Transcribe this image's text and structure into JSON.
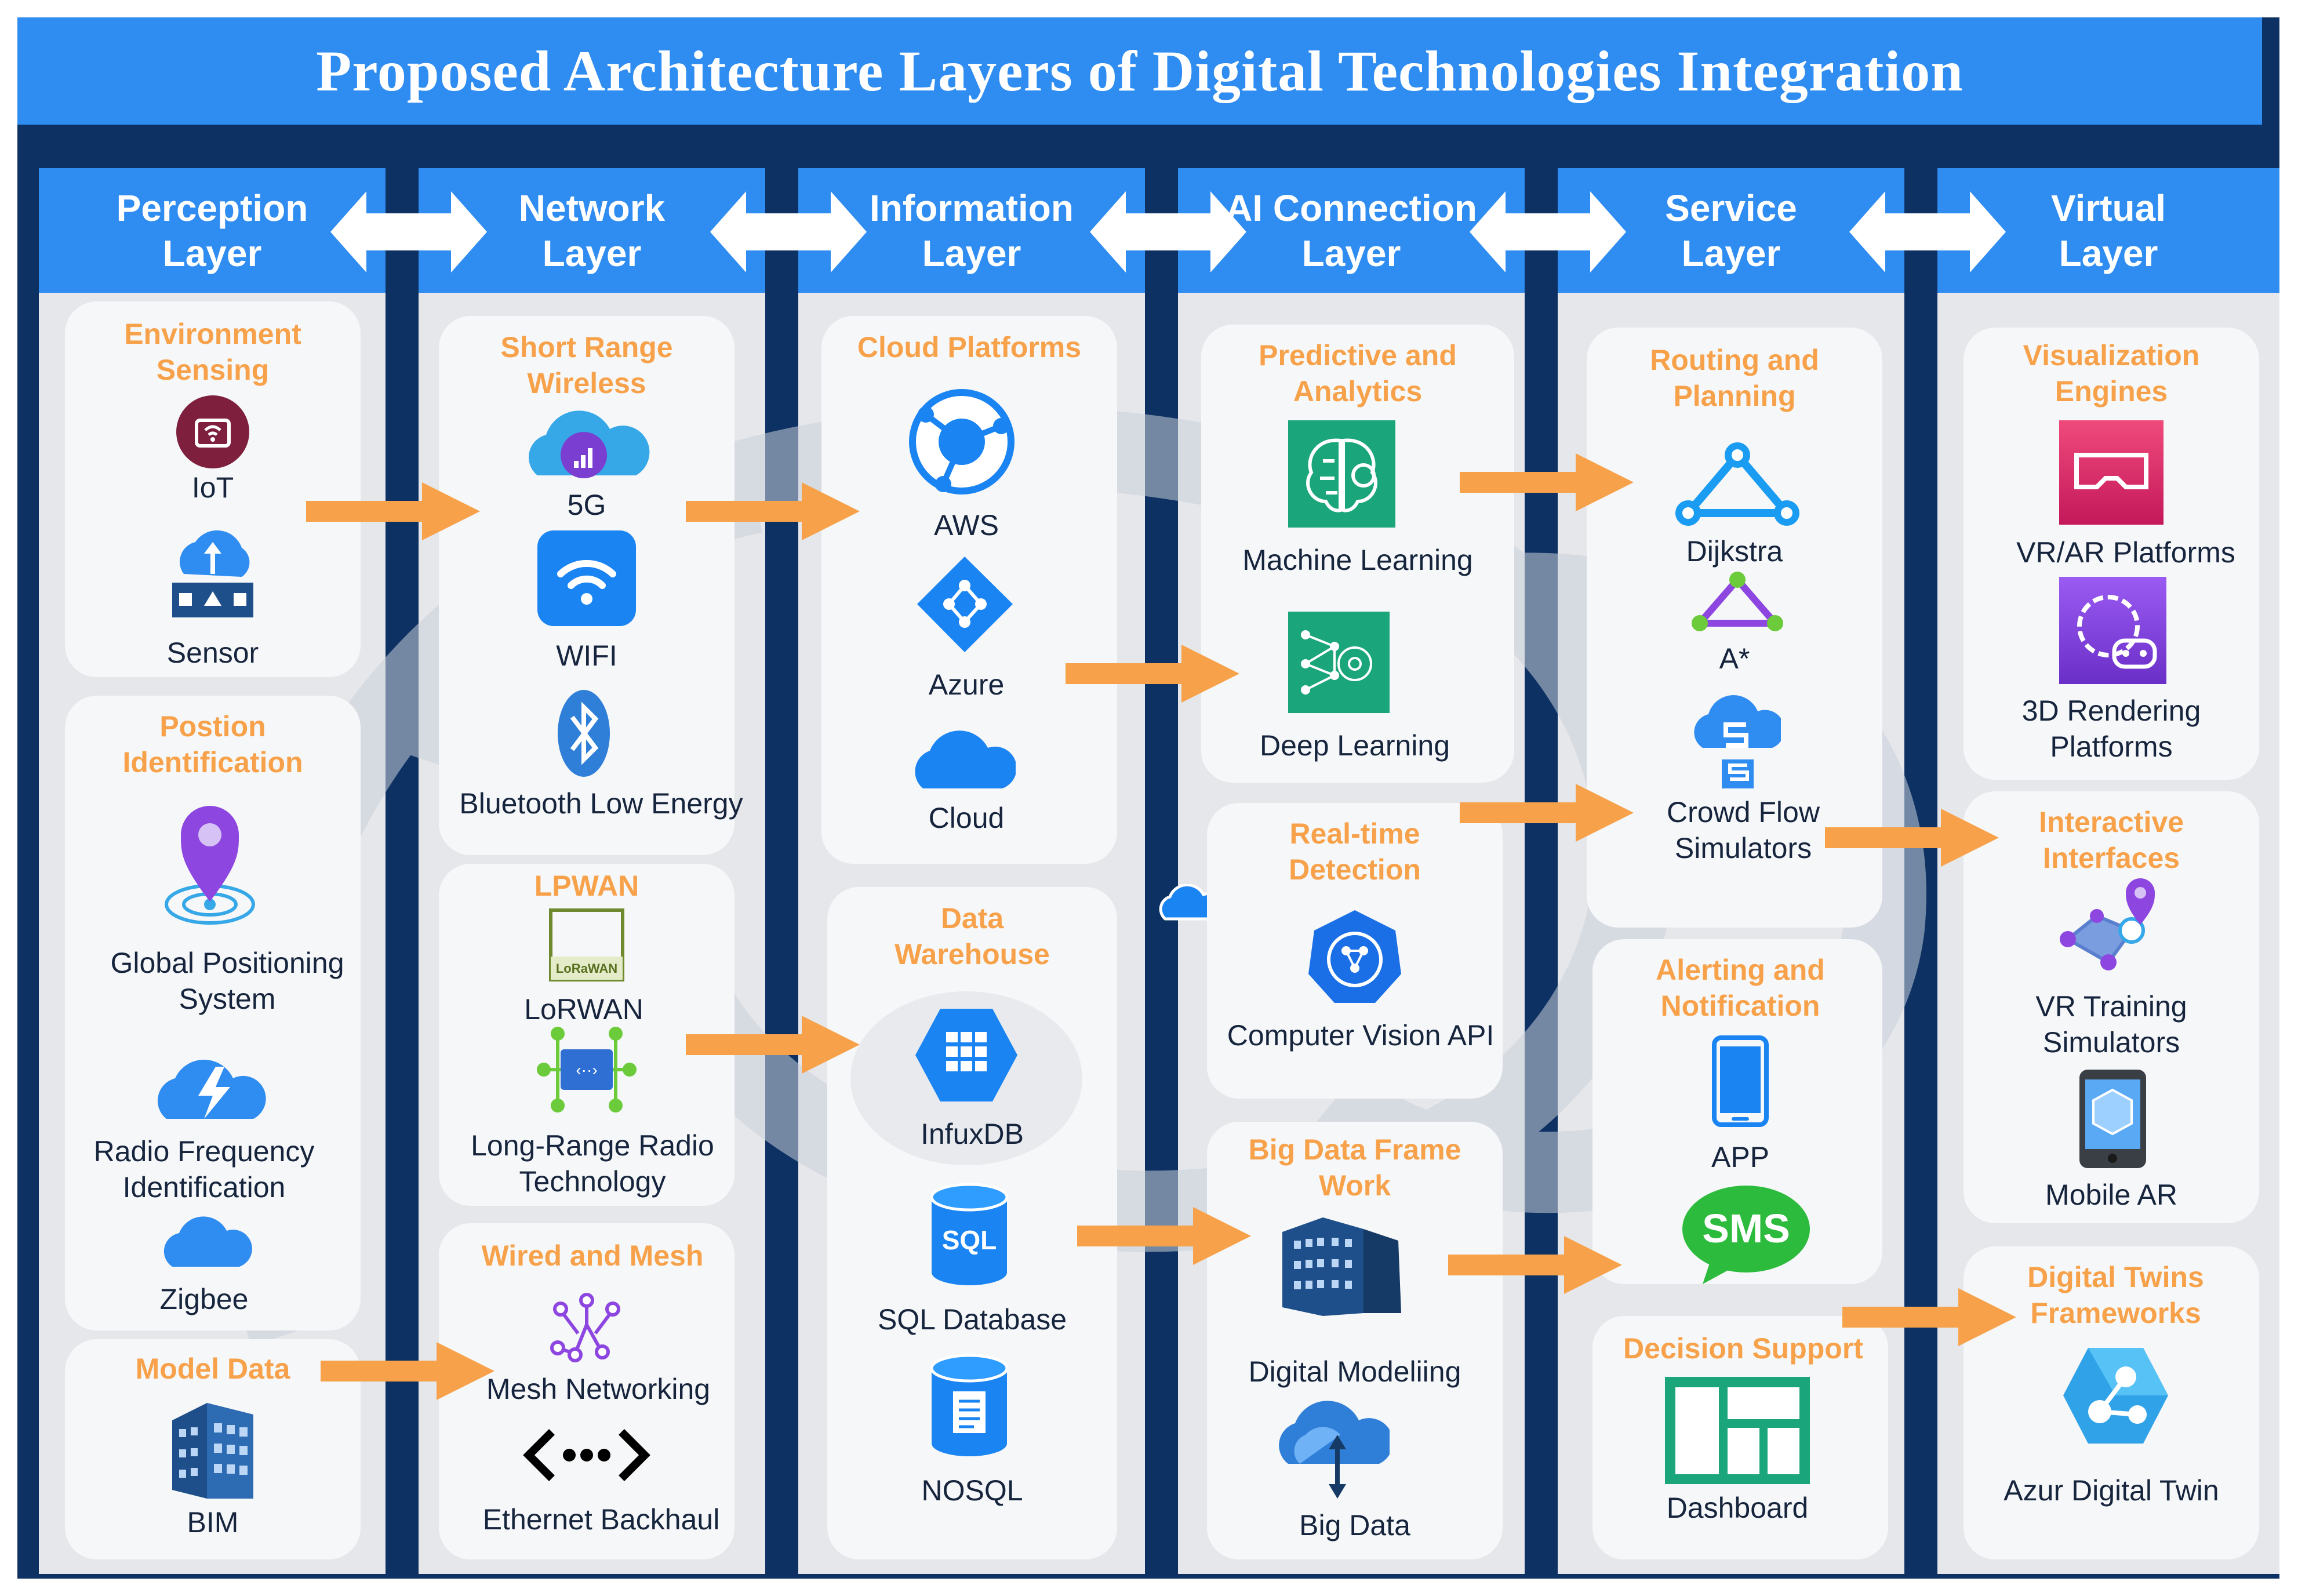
{
  "title": "Proposed Architecture Layers of Digital Technologies Integration",
  "layers": [
    {
      "line1": "Perception",
      "line2": "Layer"
    },
    {
      "line1": "Network",
      "line2": "Layer"
    },
    {
      "line1": "Information",
      "line2": "Layer"
    },
    {
      "line1": "AI Connection",
      "line2": "Layer"
    },
    {
      "line1": "Service",
      "line2": "Layer"
    },
    {
      "line1": "Virtual",
      "line2": "Layer"
    }
  ],
  "perception": {
    "env_l1": "Environment",
    "env_l2": "Sensing",
    "iot": "IoT",
    "sensor": "Sensor",
    "pos_l1": "Postion",
    "pos_l2": "Identification",
    "gps_l1": "Global Positioning",
    "gps_l2": "System",
    "rfid_l1": "Radio Frequency",
    "rfid_l2": "Identification",
    "zigbee": "Zigbee",
    "model": "Model Data",
    "bim": "BIM"
  },
  "network": {
    "srw_l1": "Short Range",
    "srw_l2": "Wireless",
    "fiveg": "5G",
    "wifi": "WIFI",
    "ble": "Bluetooth Low Energy",
    "lpwan": "LPWAN",
    "lorawan": "LoRWAN",
    "lorawan_logo": "LoRaWAN",
    "lrrt_l1": "Long-Range Radio",
    "lrrt_l2": "Technology",
    "wired": "Wired and Mesh",
    "mesh": "Mesh Networking",
    "ethernet": "Ethernet Backhaul"
  },
  "information": {
    "cloud": "Cloud Platforms",
    "aws": "AWS",
    "azure": "Azure",
    "cloud_lbl": "Cloud",
    "dw_l1": "Data",
    "dw_l2": "Warehouse",
    "influx": "InfuxDB",
    "sql": "SQL Database",
    "sql_icon": "SQL",
    "nosql": "NOSQL"
  },
  "ai": {
    "pa_l1": "Predictive and",
    "pa_l2": "Analytics",
    "ml": "Machine Learning",
    "dl": "Deep Learning",
    "rt_l1": "Real-time",
    "rt_l2": "Detection",
    "cv": "Computer Vision API",
    "bd_l1": "Big Data Frame",
    "bd_l2": "Work",
    "dm": "Digital Modeliing",
    "bigdata": "Big Data"
  },
  "service": {
    "rp_l1": "Routing and",
    "rp_l2": "Planning",
    "dijkstra": "Dijkstra",
    "astar": "A*",
    "cfs_l1": "Crowd Flow",
    "cfs_l2": "Simulators",
    "an_l1": "Alerting and",
    "an_l2": "Notification",
    "app": "APP",
    "sms": "SMS",
    "ds": "Decision Support",
    "dashboard": "Dashboard"
  },
  "virtual": {
    "ve_l1": "Visualization",
    "ve_l2": "Engines",
    "vrar": "VR/AR Platforms",
    "r3d_l1": "3D Rendering",
    "r3d_l2": "Platforms",
    "ii_l1": "Interactive",
    "ii_l2": "Interfaces",
    "vrt_l1": "VR Training",
    "vrt_l2": "Simulators",
    "mar": "Mobile AR",
    "dt_l1": "Digital Twins",
    "dt_l2": "Frameworks",
    "adt": "Azur Digital Twin"
  },
  "colors": {
    "frame": "#0d3163",
    "header": "#2f8cf0",
    "column": "#e6e7ea",
    "group": "#f6f7f8",
    "accent": "#f7a24b",
    "text": "#16253d"
  }
}
